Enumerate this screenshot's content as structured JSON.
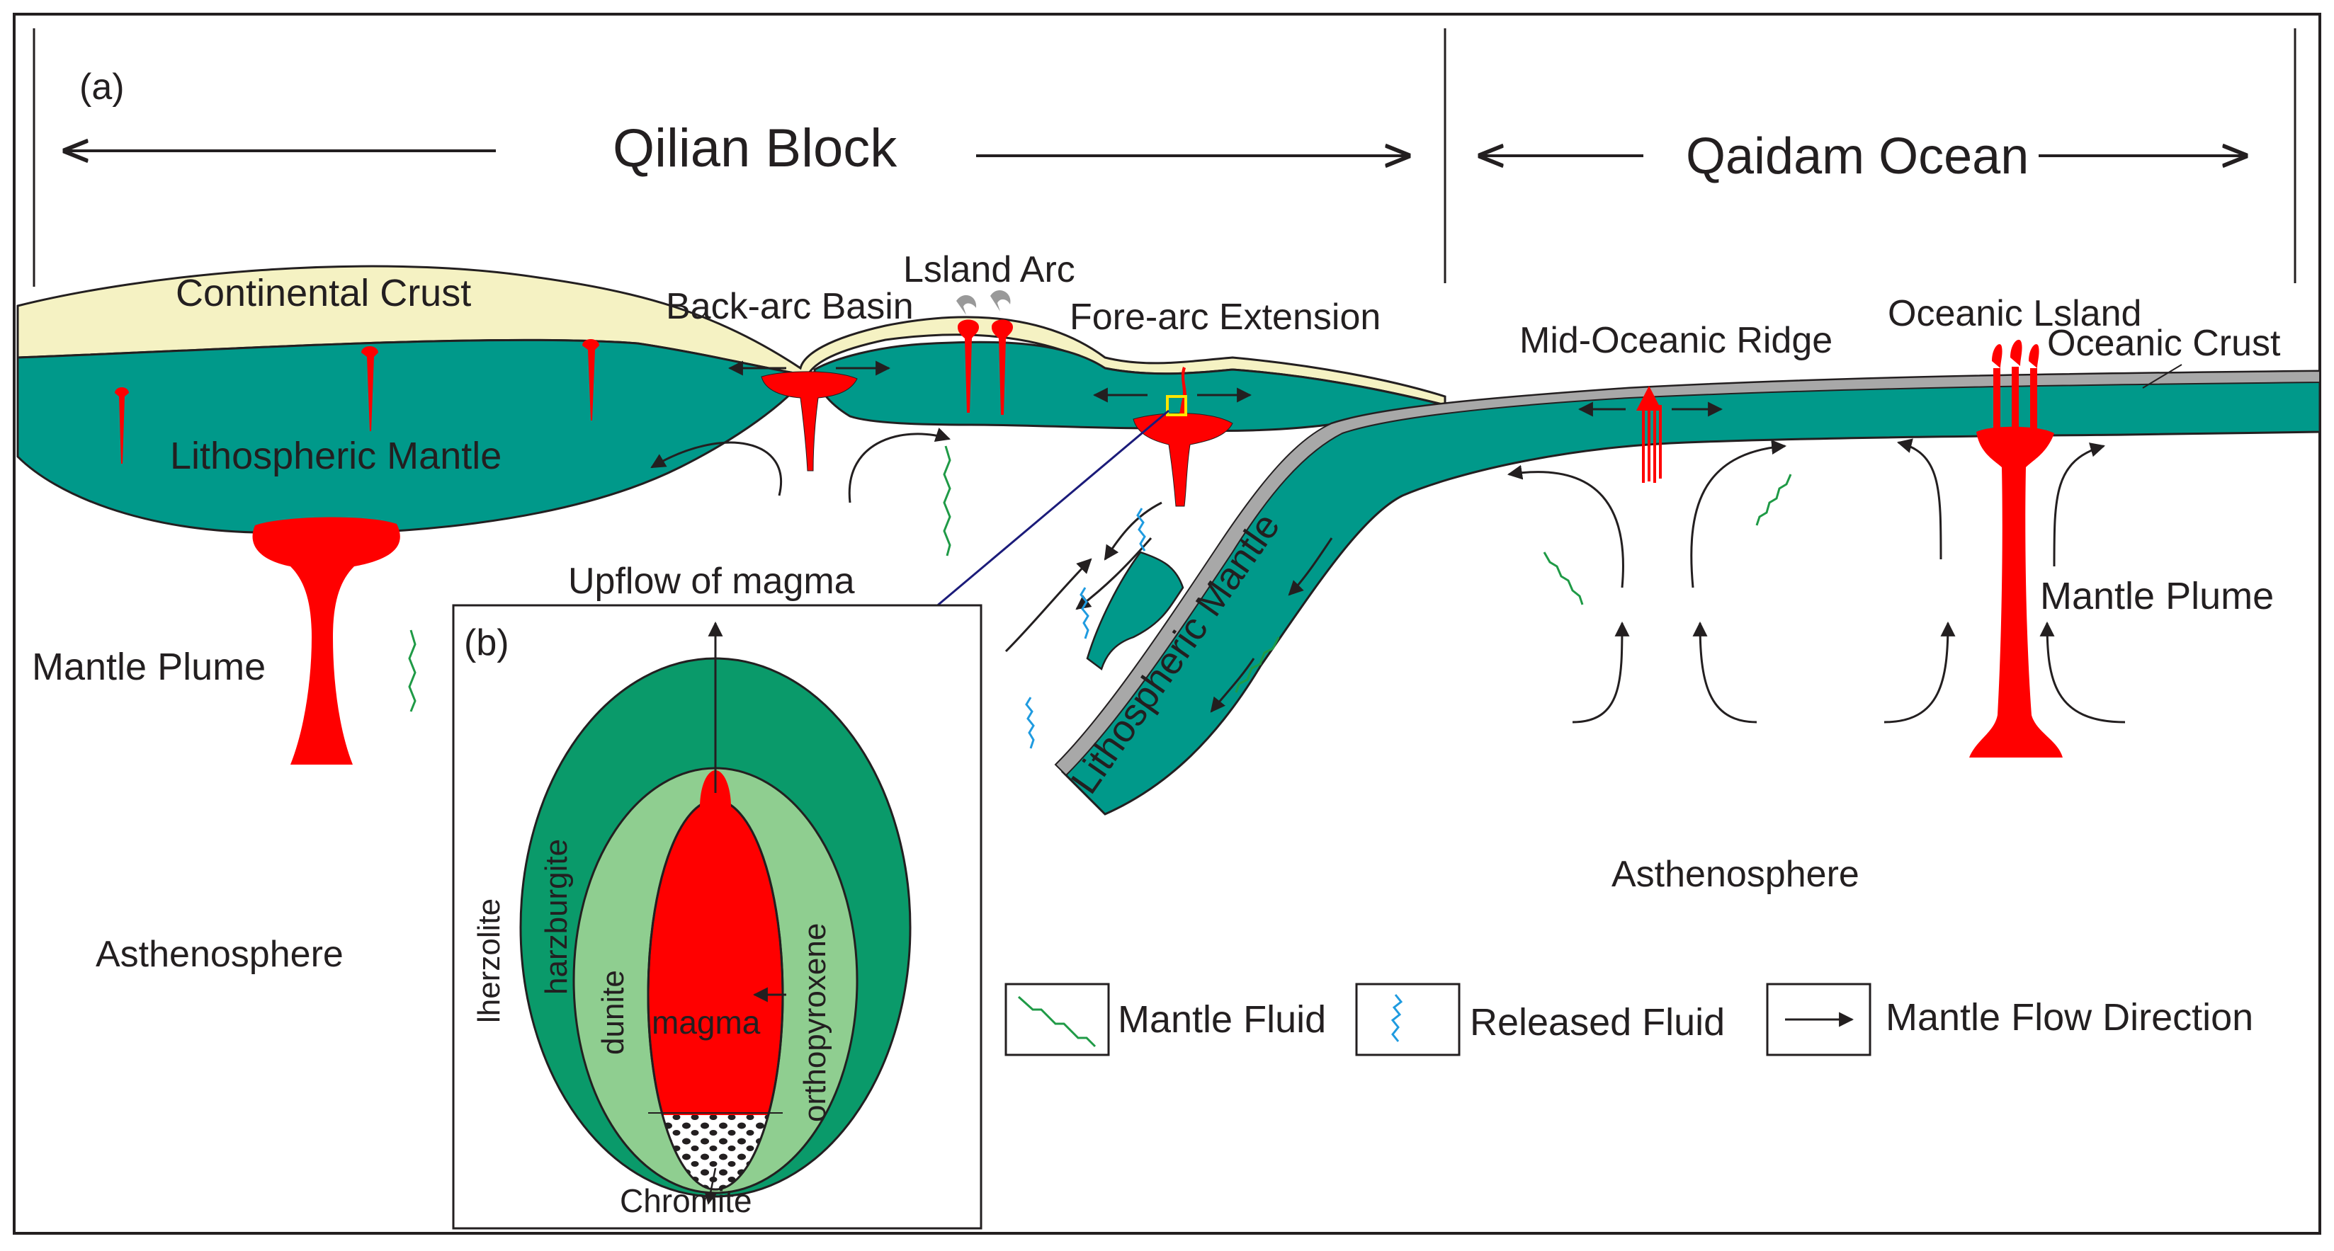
{
  "panel_a": {
    "tag": "(a)",
    "qilian_block": "Qilian Block",
    "qaidam_ocean": "Qaidam Ocean",
    "continental_crust": "Continental Crust",
    "lithospheric_mantle": "Lithospheric Mantle",
    "back_arc_basin": "Back-arc Basin",
    "island_arc": "Lsland Arc",
    "fore_arc_extension": "Fore-arc Extension",
    "mid_oceanic_ridge": "Mid-Oceanic Ridge",
    "oceanic_island": "Oceanic Lsland",
    "oceanic_crust": "Oceanic Crust",
    "slab_lithospheric_mantle": "Lithospheric Mantle",
    "mantle_plume_left": "Mantle Plume",
    "mantle_plume_right": "Mantle Plume",
    "asthenosphere_left": "Asthenosphere",
    "asthenosphere_right": "Asthenosphere"
  },
  "panel_b": {
    "tag": "(b)",
    "upflow_of_magma": "Upflow of magma",
    "lherzolite": "lherzolite",
    "harzburgite": "harzburgite",
    "dunite": "dunite",
    "orthopyroxene": "orthopyroxene",
    "magma": "magma",
    "chromite": "Chromite"
  },
  "legend": {
    "mantle_fluid": "Mantle Fluid",
    "released_fluid": "Released Fluid",
    "mantle_flow_direction": "Mantle Flow Direction"
  },
  "colors": {
    "lithosphere": "#00998a",
    "continental_crust": "#f5f2c3",
    "oceanic_crust": "#a8a8a8",
    "magma": "#ff0000",
    "harzburgite": "#0a9a6a",
    "dunite": "#8fce90",
    "mantle_fluid": "#1f9a46",
    "released_fluid": "#1f9be0",
    "highlight": "#ffe600",
    "tie_line": "#1b1b7a"
  }
}
